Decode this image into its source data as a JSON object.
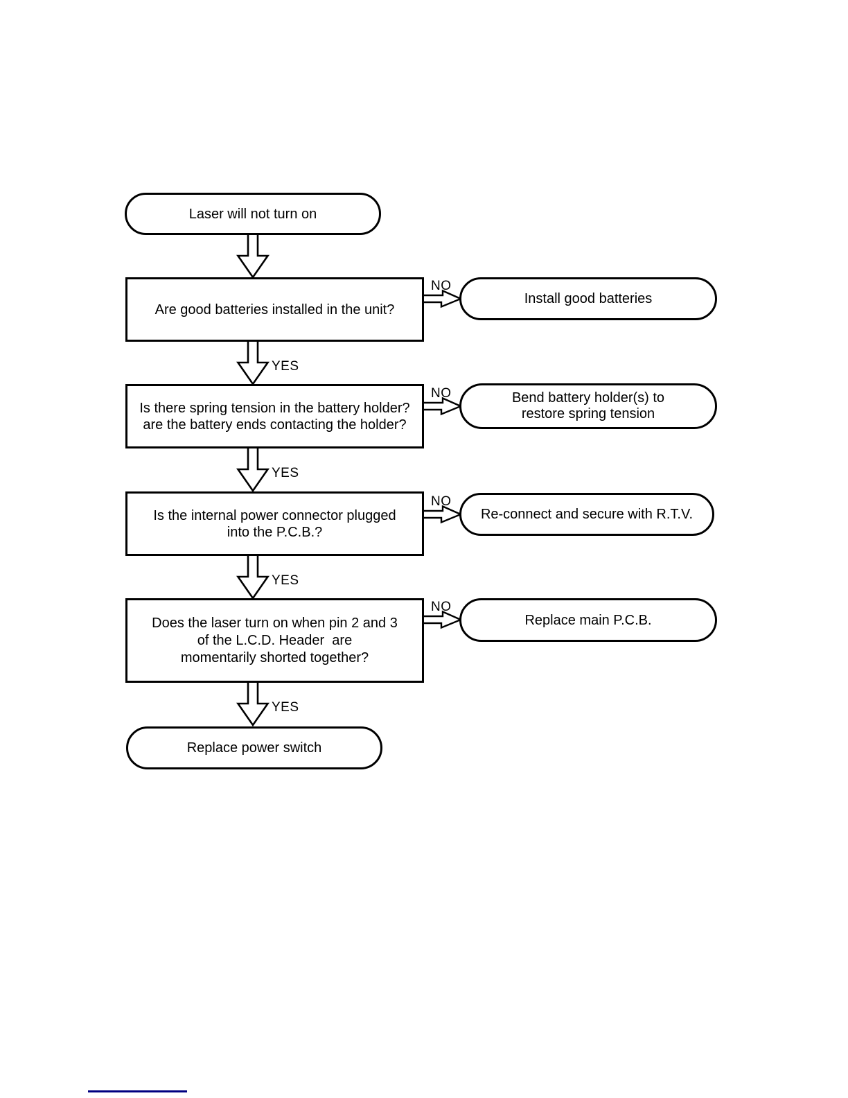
{
  "flowchart": {
    "start": {
      "label": "Laser will not turn on"
    },
    "steps": [
      {
        "question_lines": [
          "Are good batteries installed in the unit?"
        ],
        "no_label": "NO",
        "yes_label": "YES",
        "action_lines": [
          "Install good batteries"
        ]
      },
      {
        "question_lines": [
          "Is there spring tension in the battery holder?",
          "are the battery ends contacting the holder?"
        ],
        "no_label": "NO",
        "yes_label": "YES",
        "action_lines": [
          "Bend battery holder(s) to",
          "restore spring tension"
        ]
      },
      {
        "question_lines": [
          "Is the internal power connector plugged",
          "into the P.C.B.?"
        ],
        "no_label": "NO",
        "yes_label": "YES",
        "action_lines": [
          "Re-connect and secure with R.T.V."
        ]
      },
      {
        "question_lines": [
          "Does the laser turn on when pin 2 and 3",
          "of the L.C.D. Header  are",
          "momentarily shorted together?"
        ],
        "no_label": "NO",
        "yes_label": "YES",
        "action_lines": [
          "Replace main P.C.B."
        ]
      }
    ],
    "end": {
      "label": "Replace power switch"
    }
  },
  "footer": {
    "rule_color": "#000080"
  }
}
